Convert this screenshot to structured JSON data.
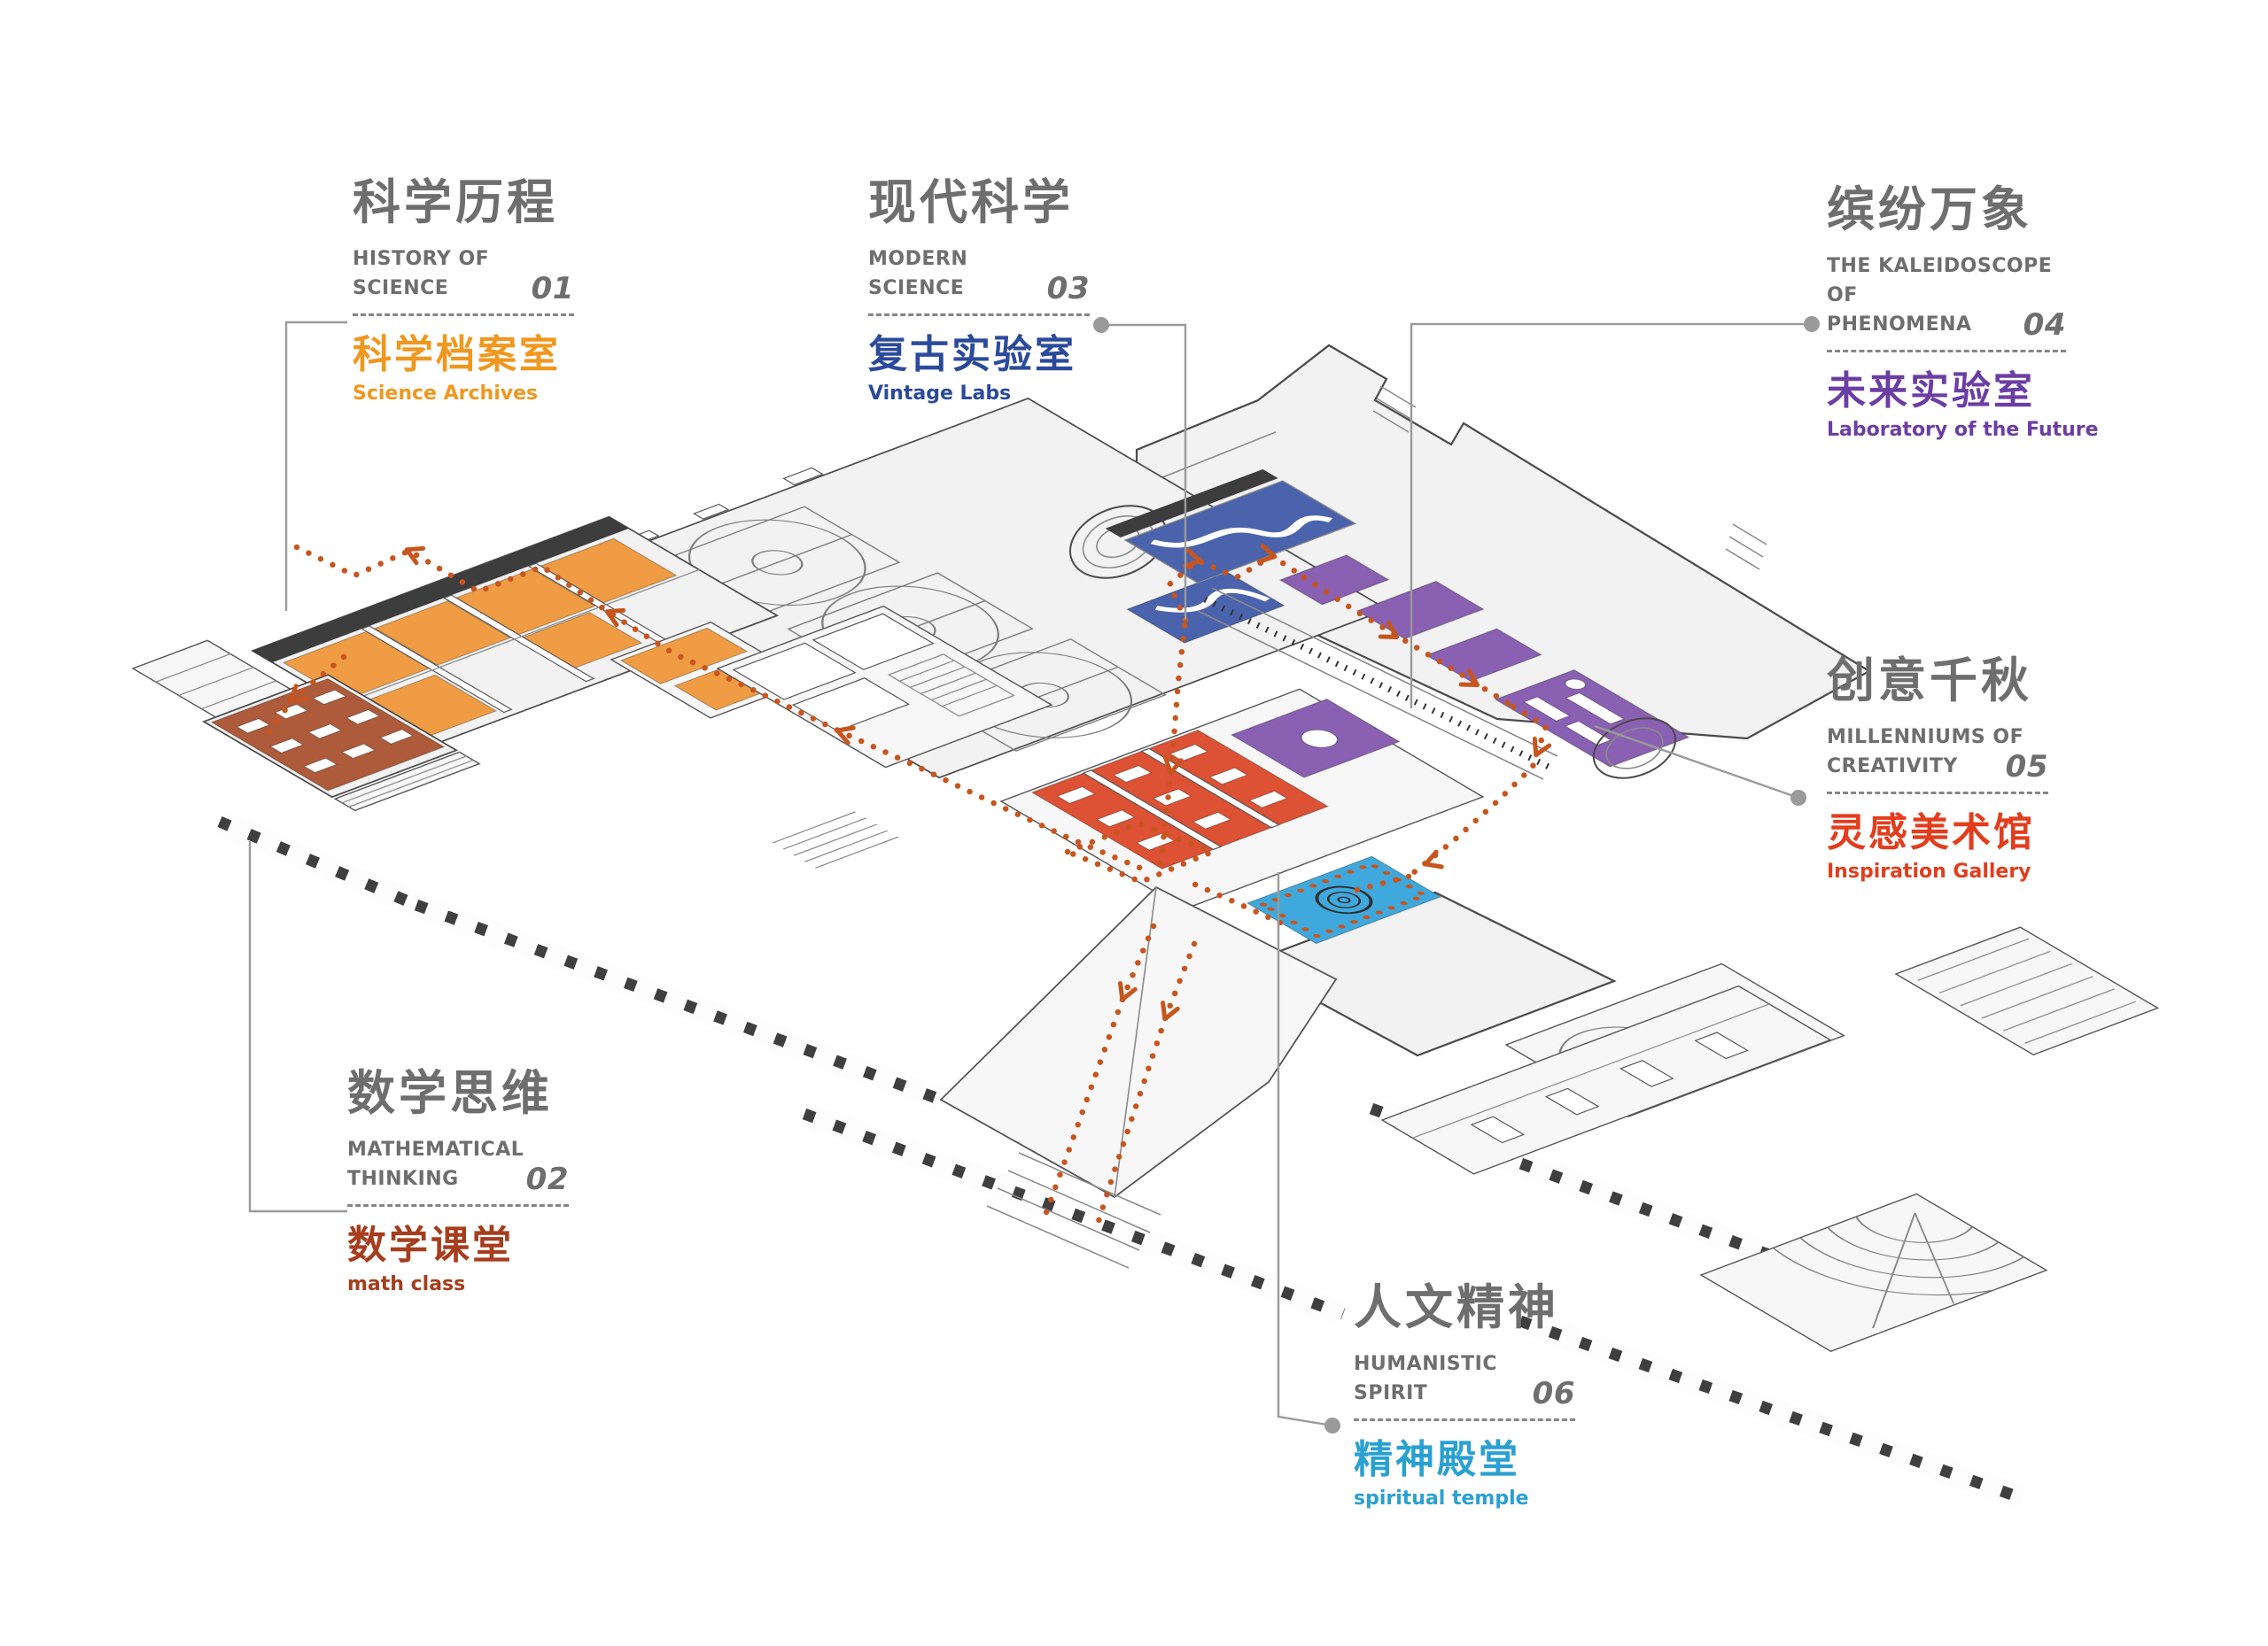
{
  "drawing": {
    "outline_color": "#4a4a4a",
    "leader_color": "#9a9a9a",
    "roof_fill": "#f2f2f2",
    "dark_void": "#3d3d3d"
  },
  "route": {
    "color": "#c8551e"
  },
  "zones": [
    {
      "id": "history-of-science",
      "number": "01",
      "cjk_title": "科学历程",
      "en_line1": "HISTORY OF",
      "en_line2": "SCIENCE",
      "cjk_sub": "科学档案室",
      "en_sub": "Science Archives",
      "color": "#f0971f",
      "fill": "#f09c44"
    },
    {
      "id": "mathematical-thinking",
      "number": "02",
      "cjk_title": "数学思维",
      "en_line1": "MATHEMATICAL",
      "en_line2": "THINKING",
      "cjk_sub": "数学课堂",
      "en_sub": "math class",
      "color": "#a63d1d",
      "fill": "#ae5b3c"
    },
    {
      "id": "modern-science",
      "number": "03",
      "cjk_title": "现代科学",
      "en_line1": "MODERN",
      "en_line2": "SCIENCE",
      "cjk_sub": "复古实验室",
      "en_sub": "Vintage Labs",
      "color": "#2b4a9b",
      "fill": "#4a63ac"
    },
    {
      "id": "kaleidoscope-of-phenomena",
      "number": "04",
      "cjk_title": "缤纷万象",
      "en_line1": "THE KALEIDOSCOPE OF",
      "en_line2": "PHENOMENA",
      "cjk_sub": "未来实验室",
      "en_sub": "Laboratory of the Future",
      "color": "#6b3ea4",
      "fill": "#8a60b2"
    },
    {
      "id": "millenniums-of-creativity",
      "number": "05",
      "cjk_title": "创意千秋",
      "en_line1": "MILLENNIUMS OF",
      "en_line2": "CREATIVITY",
      "cjk_sub": "灵感美术馆",
      "en_sub": "Inspiration Gallery",
      "color": "#e23d1d",
      "fill": "#dd5134"
    },
    {
      "id": "humanistic-spirit",
      "number": "06",
      "cjk_title": "人文精神",
      "en_line1": "HUMANISTIC",
      "en_line2": "SPIRIT",
      "cjk_sub": "精神殿堂",
      "en_sub": "spiritual temple",
      "color": "#2aa0d2",
      "fill": "#3fa8dc"
    }
  ]
}
